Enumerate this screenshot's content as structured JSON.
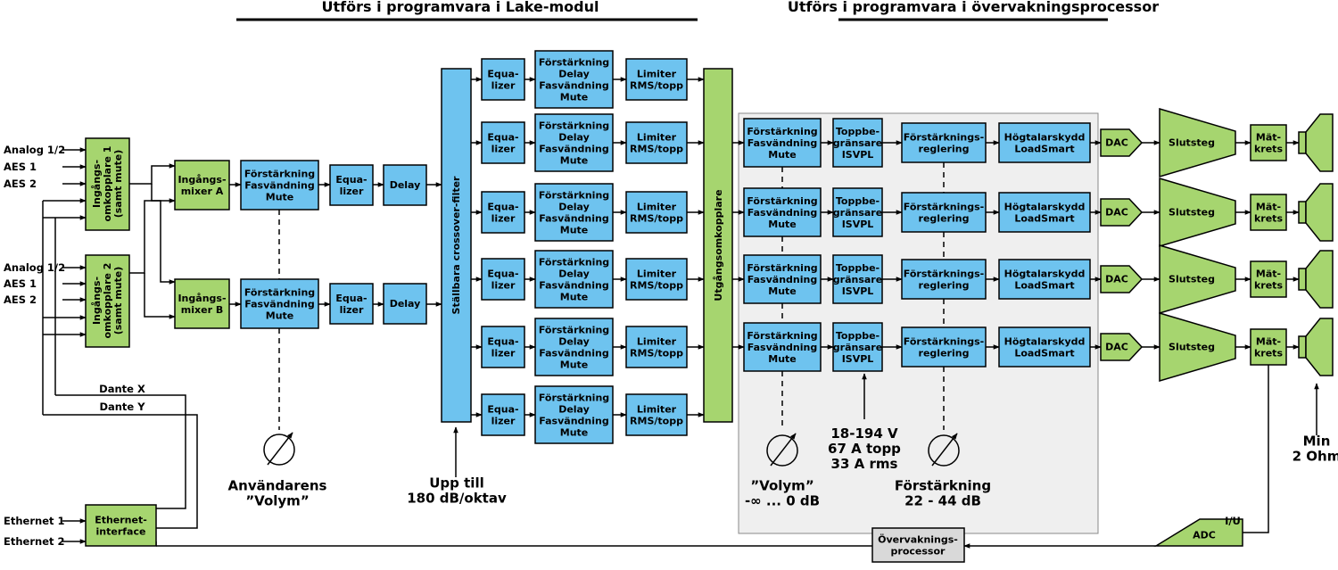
{
  "headings": {
    "lake": "Utförs i programvara i Lake-modul",
    "monitor": "Utförs i programvara i övervakningsprocessor"
  },
  "inputs": {
    "group1": [
      "Analog 1/2",
      "AES 1",
      "AES 2"
    ],
    "group2": [
      "Analog 1/2",
      "AES 1",
      "AES 2"
    ],
    "ethernet": [
      "Ethernet 1",
      "Ethernet 2"
    ]
  },
  "input_switch": {
    "a": [
      "Ingångs-",
      "omkopplare 1",
      "(samt mute)"
    ],
    "b": [
      "Ingångs-",
      "omkopplare 2",
      "(samt mute)"
    ]
  },
  "mixer": {
    "a": [
      "Ingångs-",
      "mixer A"
    ],
    "b": [
      "Ingångs-",
      "mixer B"
    ]
  },
  "user_gain": [
    "Förstärkning",
    "Fasvändning",
    "Mute"
  ],
  "eq": [
    "Equa-",
    "lizer"
  ],
  "delay": "Delay",
  "crossover": "Ställbara crossover-filter",
  "out_gain_delay": [
    "Förstärkning",
    "Delay",
    "Fasvändning",
    "Mute"
  ],
  "limiter": [
    "Limiter",
    "RMS/topp"
  ],
  "output_switch": "Utgångsomkopplare",
  "mon_gain": [
    "Förstärkning",
    "Fasvändning",
    "Mute"
  ],
  "peak_limiter": [
    "Toppbe-",
    "gränsare",
    "ISVPL"
  ],
  "gain_ctrl": [
    "Förstärknings-",
    "reglering"
  ],
  "speaker_protect": [
    "Högtalarskydd",
    "LoadSmart"
  ],
  "dac": "DAC",
  "amp": "Slutsteg",
  "meter": [
    "Mät-",
    "krets"
  ],
  "dante": [
    "Dante X",
    "Dante Y"
  ],
  "ethernet_if": [
    "Ethernet-",
    "interface"
  ],
  "monitor_proc": [
    "Övervaknings-",
    "processor"
  ],
  "adc": "ADC",
  "iu": "I/U",
  "labels": {
    "user_volume": [
      "Användarens",
      "”Volym”"
    ],
    "slope": [
      "Upp till",
      "180 dB/oktav"
    ],
    "volume": [
      "”Volym”",
      "-∞ ... 0 dB"
    ],
    "specs": [
      "18-194 V",
      "67 A topp",
      "33 A rms"
    ],
    "gain": [
      "Förstärkning",
      "22 - 44 dB"
    ],
    "min_ohm": [
      "Min",
      "2 Ohm"
    ]
  },
  "colors": {
    "blue": "#6ec3ef",
    "green": "#a6d56f",
    "gray_panel": "#efefef",
    "gray_box": "#d9d9d9"
  }
}
